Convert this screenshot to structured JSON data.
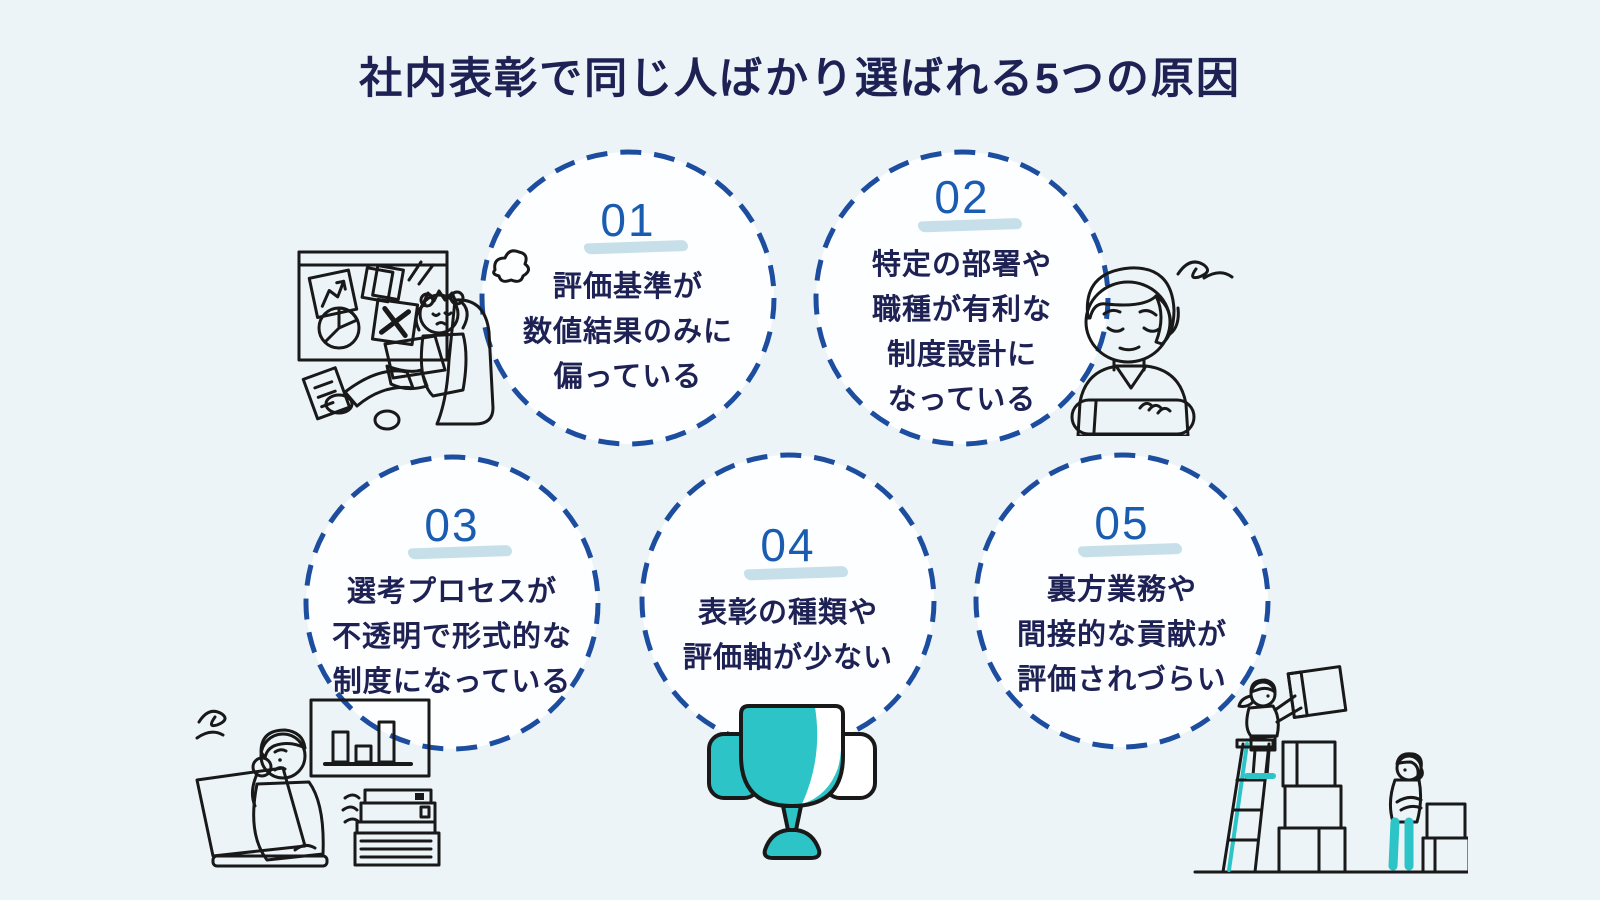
{
  "page": {
    "title": "社内表彰で同じ人ばかり選ばれる5つの原因",
    "background_color": "#ecf4f8"
  },
  "colors": {
    "title_text": "#1e2153",
    "body_text": "#1e2153",
    "number_text": "#1a5cb0",
    "number_underline": "#bdd9e4",
    "circle_border": "#1d4d9f",
    "circle_fill": "#fdfeff",
    "accent_teal": "#2cc4c6",
    "illustration_gray": "#d9d9d9",
    "outline_black": "#191919"
  },
  "items": [
    {
      "number": "01",
      "text": "評価基準が\n数値結果のみに\n偏っている"
    },
    {
      "number": "02",
      "text": "特定の部署や\n職種が有利な\n制度設計に\nなっている"
    },
    {
      "number": "03",
      "text": "選考プロセスが\n不透明で形式的な\n制度になっている"
    },
    {
      "number": "04",
      "text": "表彰の種類や\n評価軸が少ない"
    },
    {
      "number": "05",
      "text": "裏方業務や\n間接的な貢献が\n評価されづらい"
    }
  ],
  "illustrations": [
    {
      "name": "frustrated-worker-at-whiteboard-illustration"
    },
    {
      "name": "worried-person-arms-crossed-illustration"
    },
    {
      "name": "thinking-worker-at-laptop-illustration"
    },
    {
      "name": "trophy-illustration"
    },
    {
      "name": "workers-stacking-boxes-illustration"
    }
  ]
}
